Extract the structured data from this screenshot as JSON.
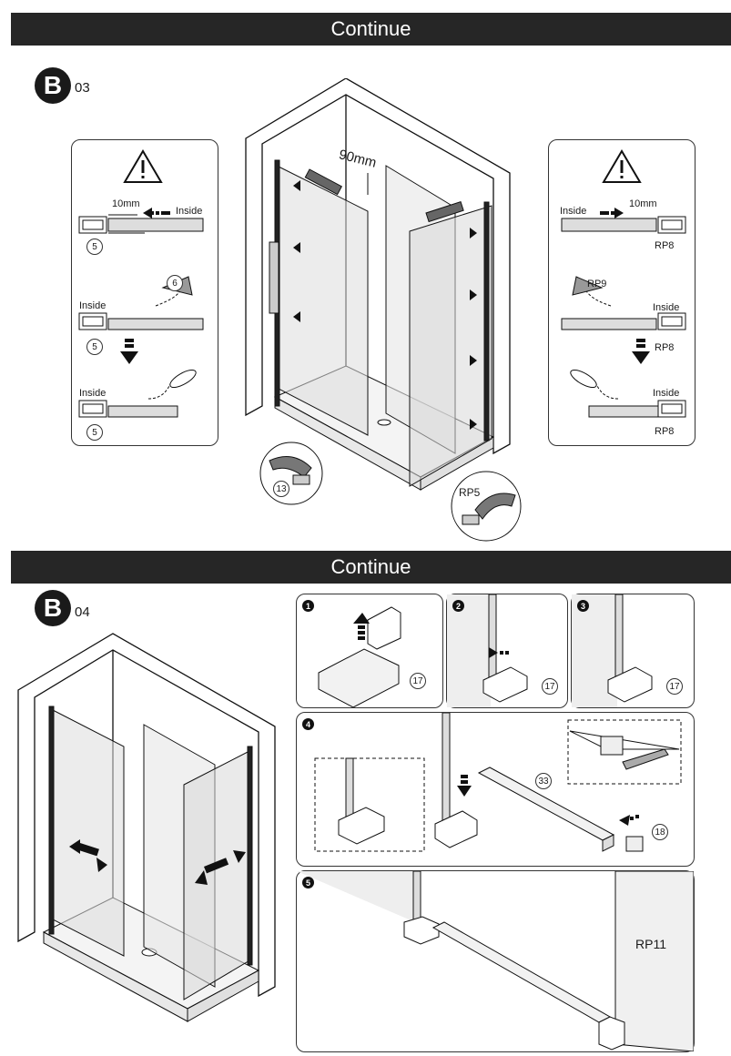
{
  "section_top": {
    "banner": "Continue",
    "step_letter": "B",
    "step_number": "03",
    "measure_label": "90mm",
    "left_panel": {
      "gap_label": "10mm",
      "inside_label_1": "Inside",
      "part_5a": "5",
      "screw_part": "6",
      "inside_label_2": "Inside",
      "part_5b": "5",
      "inside_label_3": "Inside",
      "part_5c": "5"
    },
    "right_panel": {
      "gap_label": "10mm",
      "inside_label_1": "Inside",
      "part_rp8a": "RP8",
      "screw_part": "RP9",
      "inside_label_2": "Inside",
      "part_rp8b": "RP8",
      "inside_label_3": "Inside",
      "part_rp8c": "RP8"
    },
    "callout_left_part": "13",
    "callout_right_part": "RP5"
  },
  "section_bottom": {
    "banner": "Continue",
    "step_letter": "B",
    "step_number": "04",
    "sub1": {
      "num": "1",
      "part": "17"
    },
    "sub2": {
      "num": "2",
      "part": "17"
    },
    "sub3": {
      "num": "3",
      "part": "17"
    },
    "sub4": {
      "num": "4",
      "part_rail": "33",
      "part_cap": "18"
    },
    "sub5": {
      "num": "5",
      "part": "RP11"
    }
  }
}
